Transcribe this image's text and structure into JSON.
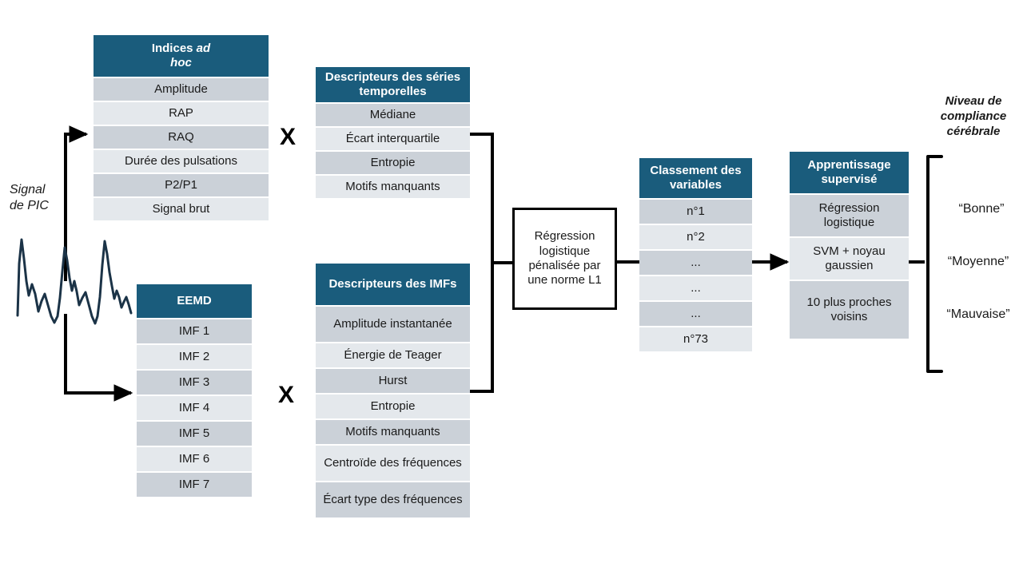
{
  "diagram": {
    "title_hidden": "",
    "colors": {
      "header_fill": "#1A5C7C",
      "row_dark": "#CBD1D8",
      "row_light": "#E4E8EC",
      "signal_stroke": "#1B3347",
      "connector": "#000000"
    },
    "signal_label": "Signal\nde PIC",
    "signal_label_line1": "Signal",
    "signal_label_line2": "de PIC",
    "multiply_symbol": "X",
    "tables": {
      "indices_ad_hoc": {
        "header_line1": "Indices ",
        "header_italic1": "ad",
        "header_italic2": "hoc",
        "rows": [
          "Amplitude",
          "RAP",
          "RAQ",
          "Durée des pulsations",
          "P2/P1",
          "Signal brut"
        ]
      },
      "eemd": {
        "header": "EEMD",
        "rows": [
          "IMF 1",
          "IMF 2",
          "IMF 3",
          "IMF 4",
          "IMF 5",
          "IMF 6",
          "IMF 7"
        ]
      },
      "descripteurs_series": {
        "header": "Descripteurs des séries temporelles",
        "rows": [
          "Médiane",
          "Écart interquartile",
          "Entropie",
          "Motifs manquants"
        ]
      },
      "descripteurs_imfs": {
        "header": "Descripteurs des IMFs",
        "rows": [
          "Amplitude instantanée",
          "Énergie de Teager",
          "Hurst",
          "Entropie",
          "Motifs manquants",
          "Centroïde des fréquences",
          "Écart type des fréquences"
        ]
      },
      "classement": {
        "header": "Classement des variables",
        "rows": [
          "n°1",
          "n°2",
          "...",
          "...",
          "...",
          "n°73"
        ]
      },
      "apprentissage": {
        "header": "Apprentissage supervisé",
        "rows": [
          "Régression logistique",
          "SVM + noyau gaussien",
          "10 plus proches voisins"
        ]
      }
    },
    "regression_box": {
      "text": "Régression logistique pénalisée par une norme L1"
    },
    "outcome": {
      "title": "Niveau de compliance cérébrale",
      "classes": [
        "“Bonne”",
        "“Moyenne”",
        "“Mauvaise”"
      ]
    }
  }
}
